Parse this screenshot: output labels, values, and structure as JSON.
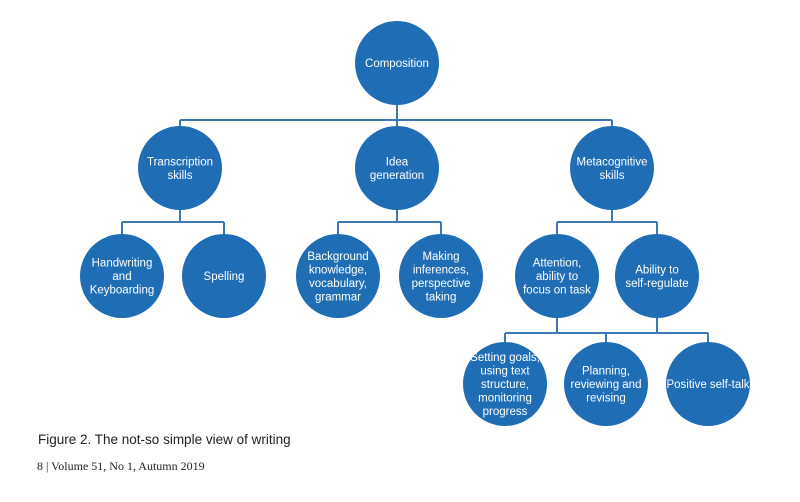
{
  "colors": {
    "node_fill": "#1f6db5",
    "line": "#3b78b4"
  },
  "nodes": {
    "composition": [
      "Composition"
    ],
    "transcription": [
      "Transcription",
      "skills"
    ],
    "idea": [
      "Idea",
      "generation"
    ],
    "metacognitive": [
      "Metacognitive",
      "skills"
    ],
    "handwriting": [
      "Handwriting",
      "and",
      "Keyboarding"
    ],
    "spelling": [
      "Spelling"
    ],
    "background": [
      "Background",
      "knowledge,",
      "vocabulary,",
      "grammar"
    ],
    "inferences": [
      "Making",
      "inferences,",
      "perspective",
      "taking"
    ],
    "attention": [
      "Attention,",
      "ability to",
      "focus on task"
    ],
    "selfregulate": [
      "Ability to",
      "self-regulate"
    ],
    "goals": [
      "Setting goals,",
      "using text",
      "structure,",
      "monitoring",
      "progress"
    ],
    "planning": [
      "Planning,",
      "reviewing and",
      "revising"
    ],
    "selftalk": [
      "Positive self-talk"
    ]
  },
  "caption": "Figure 2. The not-so simple view of writing",
  "footer": "8 | Volume 51, No 1, Autumn 2019"
}
